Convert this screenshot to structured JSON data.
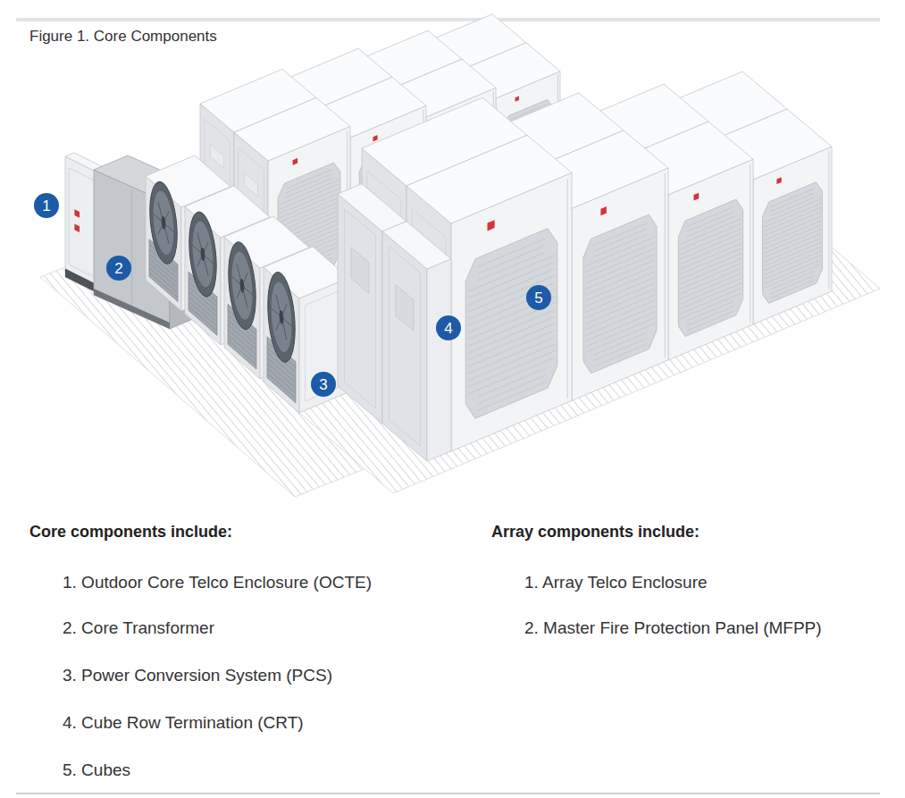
{
  "diagram": {
    "title": "Figure 1. Core Components",
    "nodes": [
      {
        "text": [
          "1"
        ]
      },
      {
        "text": [
          "2"
        ]
      },
      {
        "text": [
          "3"
        ]
      },
      {
        "text": [
          "4"
        ]
      },
      {
        "text": [
          "5"
        ]
      }
    ],
    "labels": [
      "Core components include:",
      "1. Outdoor Core Telco Enclosure (OCTE)",
      "2. Core Transformer",
      "3. Power Conversion System (PCS)",
      "4. Cube Row Termination (CRT)",
      "5. Cubes",
      "Array components include:",
      "1. Array Telco Enclosure",
      "2. Master Fire Protection Panel (MFPP)"
    ]
  }
}
